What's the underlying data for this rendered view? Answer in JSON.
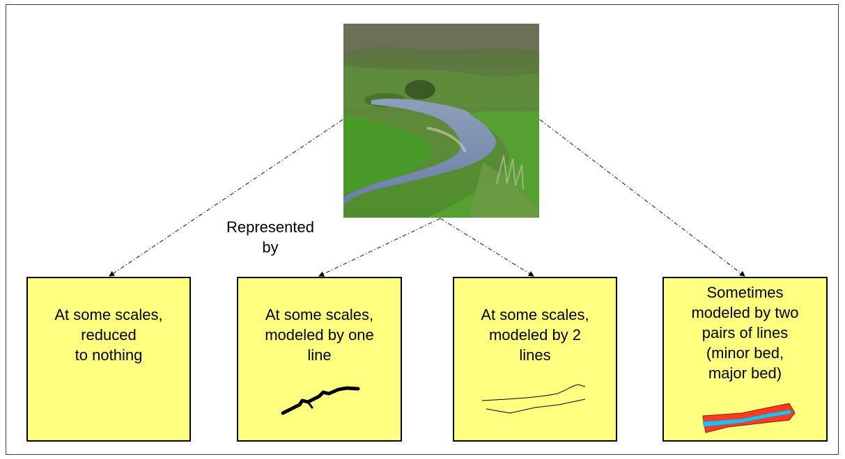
{
  "caption": [
    "Represented",
    "by"
  ],
  "boxes": [
    {
      "lines": [
        "At some scales,",
        "reduced",
        "to nothing"
      ]
    },
    {
      "lines": [
        "At some scales,",
        "modeled by one",
        "line"
      ]
    },
    {
      "lines": [
        "At some scales,",
        "modeled by 2",
        "lines"
      ]
    },
    {
      "lines": [
        "Sometimes",
        "modeled by two",
        "pairs of lines",
        "(minor bed,",
        "major bed)"
      ]
    }
  ],
  "colors": {
    "box_fill": "#ffff80",
    "major_bed": "#ff3b1f",
    "minor_bed": "#33b5e5",
    "connector": "#333333"
  },
  "icons": {
    "photo": "river-landscape-photo",
    "one_line": "single-thick-line-icon",
    "two_lines": "double-thin-line-icon",
    "two_pairs": "red-blue-riverbed-icon"
  }
}
